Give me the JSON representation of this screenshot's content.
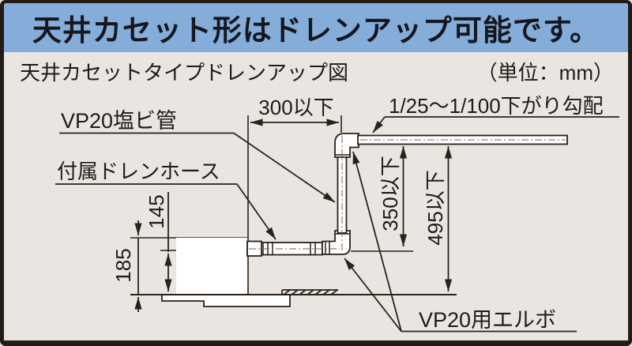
{
  "header": {
    "title": "天井カセット形はドレンアップ可能です。"
  },
  "subtitle": {
    "caption": "天井カセットタイプドレンアップ図",
    "unit_note": "（単位：mm）"
  },
  "labels": {
    "pipe": "VP20塩ビ管",
    "hose": "付属ドレンホース",
    "slope": "1/25～1/100下がり勾配",
    "elbow": "VP20用エルボ"
  },
  "dimensions": {
    "d300": "300以下",
    "d350": "350以下",
    "d495": "495以下",
    "d145": "145",
    "d185": "185"
  },
  "colors": {
    "band_blue": "#84ADD9",
    "line_dark": "#2A211C",
    "frame_dark": "#241B17",
    "background": "#E9E6E1",
    "pipe_fill": "#FFFFFF"
  }
}
